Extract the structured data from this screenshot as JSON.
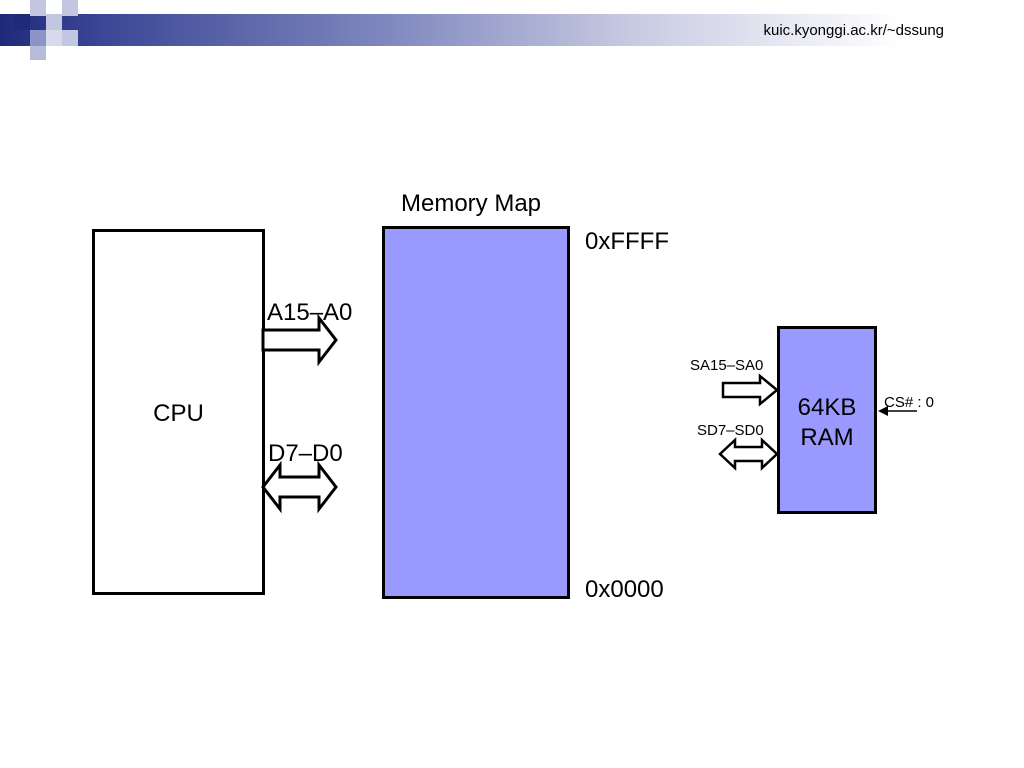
{
  "header": {
    "url": "kuic.kyonggi.ac.kr/~dssung"
  },
  "diagram": {
    "cpu_label": "CPU",
    "address_bus_label": "A15–A0",
    "data_bus_label": "D7–D0",
    "memory_map_title": "Memory Map",
    "memory_top_address": "0xFFFF",
    "memory_bottom_address": "0x0000",
    "ram_label_line1": "64KB",
    "ram_label_line2": "RAM",
    "ram_address_label": "SA15–SA0",
    "ram_data_label": "SD7–SD0",
    "chip_select_label": "CS# : 0"
  },
  "colors": {
    "memory_fill": "#9999ff",
    "header_dark": "#1f2a7a",
    "square_light": "#b7bbdc"
  }
}
